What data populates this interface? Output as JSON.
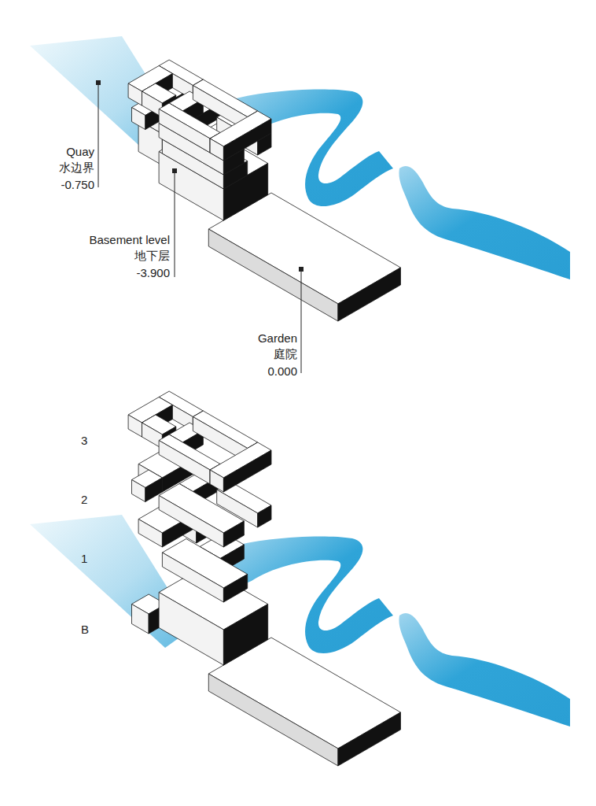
{
  "diagram": {
    "labels": [
      "Quay",
      "水边界",
      "-0.750",
      "Basement level",
      "地下层",
      "-3.900",
      "Garden",
      "庭院",
      "0.000",
      "3",
      "2",
      "1",
      "B"
    ]
  }
}
